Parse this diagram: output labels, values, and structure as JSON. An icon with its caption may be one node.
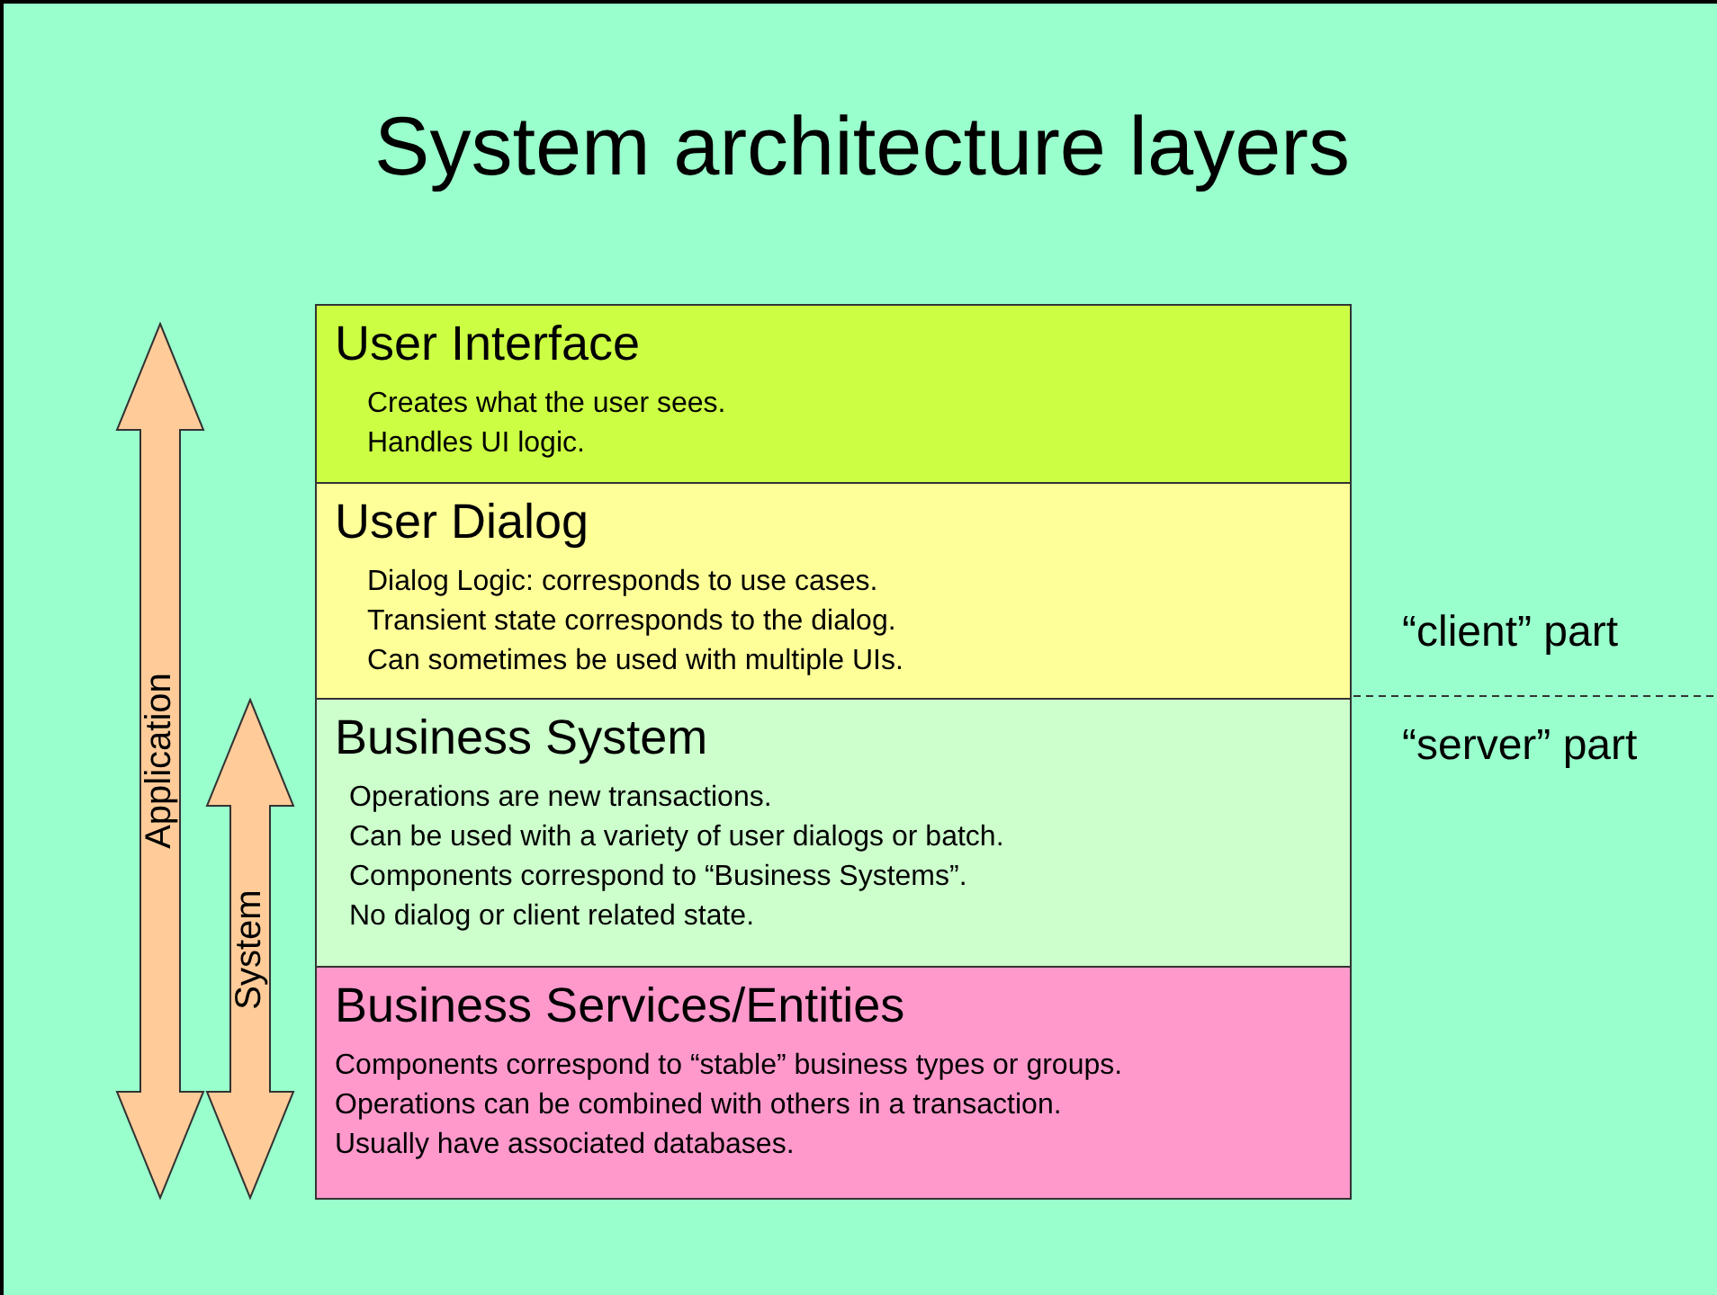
{
  "diagram": {
    "title": "System architecture layers",
    "nodes": [
      {
        "text": [
          "User Interface",
          "Creates what the user sees.",
          "Handles UI logic."
        ]
      },
      {
        "text": [
          "User Dialog",
          "Dialog Logic: corresponds to use cases.",
          "Transient state corresponds to the dialog.",
          "Can sometimes be used with multiple UIs."
        ]
      },
      {
        "text": [
          "Business System",
          "Operations are new transactions.",
          "Can be used with a variety of user dialogs or batch.",
          "Components correspond to “Business Systems”.",
          "No dialog or client related state."
        ]
      },
      {
        "text": [
          "Business Services/Entities",
          "Components correspond to “stable” business types or groups.",
          "Operations can be combined with others in a transaction.",
          "Usually have associated databases."
        ]
      },
      {
        "text": [
          "Application"
        ]
      },
      {
        "text": [
          "System"
        ]
      }
    ],
    "edges": [],
    "labels": [
      "“client” part",
      "“server” part"
    ]
  }
}
